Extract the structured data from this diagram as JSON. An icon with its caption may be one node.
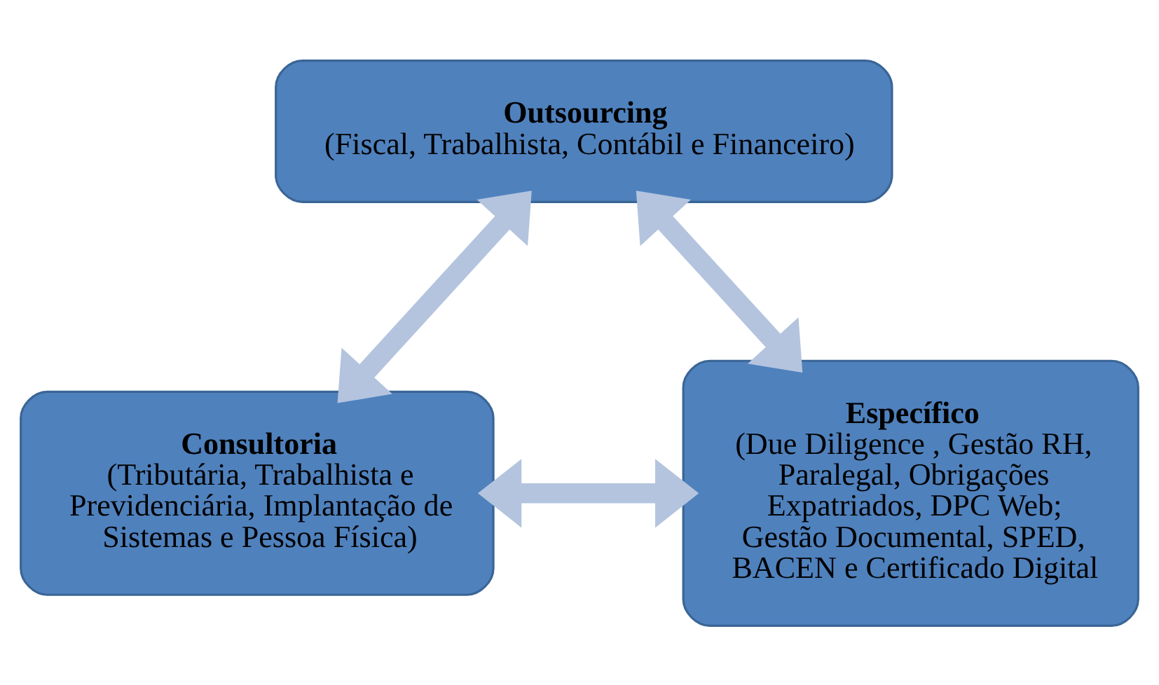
{
  "diagram": {
    "nodes": [
      {
        "text": [
          "Outsourcing",
          "(Fiscal, Trabalhista, Contábil e Financeiro)"
        ]
      },
      {
        "text": [
          "Consultoria",
          "(Tributária, Trabalhista e Previdenciária, Implantação de Sistemas e Pessoa Física)"
        ]
      },
      {
        "text": [
          "Específico",
          "(Due Diligence , Gestão RH, Paralegal, Obrigações Expatriados, DPC Web; Gestão Documental, SPED, BACEN e Certificado Digital"
        ]
      }
    ],
    "edges": [
      {
        "from": 0,
        "to": 1,
        "arrow": "both"
      },
      {
        "from": 0,
        "to": 2,
        "arrow": "both"
      },
      {
        "from": 1,
        "to": 2,
        "arrow": "both"
      }
    ]
  }
}
